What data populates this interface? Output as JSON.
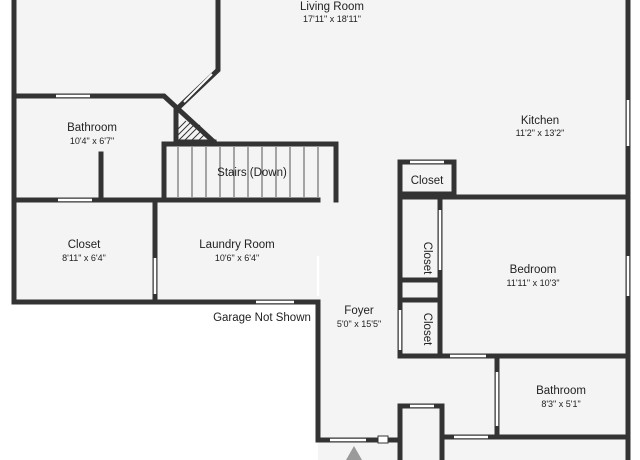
{
  "colors": {
    "wall": "#333333",
    "floor": "#f4f4f4",
    "window": "#ffffff",
    "background": "#ffffff",
    "arrow": "#9a9a9a"
  },
  "rooms": {
    "living_room": {
      "name": "Living Room",
      "dims": "17'11\" x 18'11\""
    },
    "kitchen": {
      "name": "Kitchen",
      "dims": "11'2\" x 13'2\""
    },
    "bathroom_upper": {
      "name": "Bathroom",
      "dims": "10'4\" x 6'7\""
    },
    "stairs": {
      "name": "Stairs (Down)"
    },
    "closet_small": {
      "name": "Closet"
    },
    "closet_left": {
      "name": "Closet",
      "dims": "8'11\" x 6'4\""
    },
    "laundry": {
      "name": "Laundry Room",
      "dims": "10'6\" x 6'4\""
    },
    "closet_vertical_1": {
      "name": "Closet"
    },
    "bedroom": {
      "name": "Bedroom",
      "dims": "11'11\" x 10'3\""
    },
    "closet_vertical_2": {
      "name": "Closet"
    },
    "foyer": {
      "name": "Foyer",
      "dims": "5'0\" x 15'5\""
    },
    "bathroom_lower": {
      "name": "Bathroom",
      "dims": "8'3\" x 5'1\""
    }
  },
  "notes": {
    "garage": "Garage Not Shown"
  },
  "icons": {
    "entry": "entry-arrow-icon"
  }
}
